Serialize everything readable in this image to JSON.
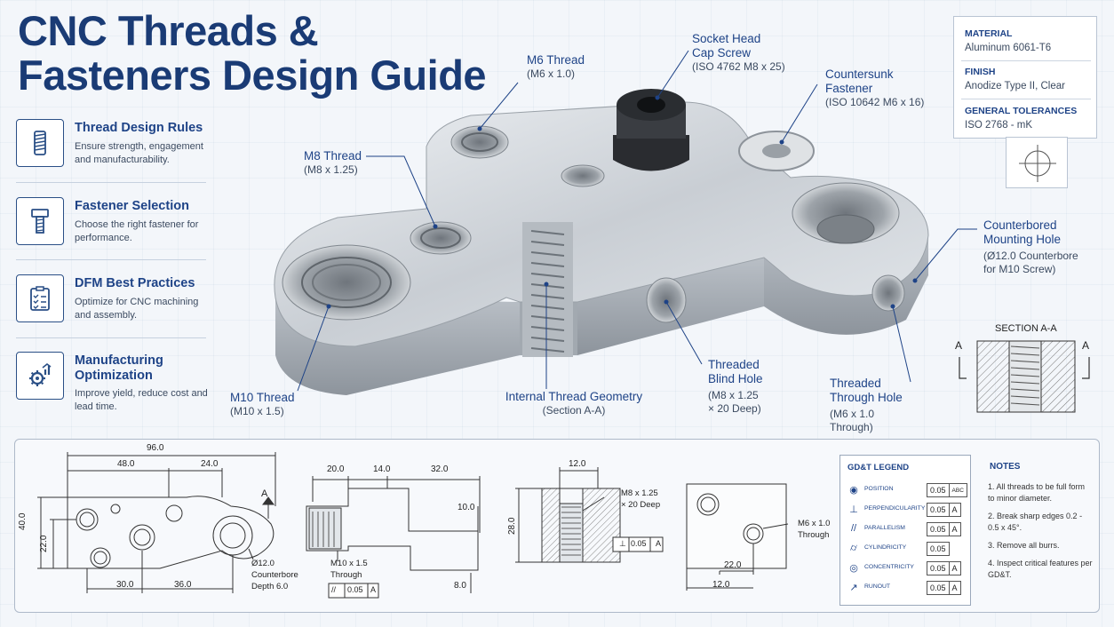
{
  "title": {
    "line1": "CNC Threads &",
    "line2": "Fasteners Design Guide"
  },
  "sidebar": {
    "items": [
      {
        "title": "Thread Design Rules",
        "desc": "Ensure strength, engagement and manufacturability.",
        "icon": "thread-icon"
      },
      {
        "title": "Fastener Selection",
        "desc": "Choose the right fastener for performance.",
        "icon": "bolt-icon"
      },
      {
        "title": "DFM Best Practices",
        "desc": "Optimize for CNC machining and assembly.",
        "icon": "checklist-icon"
      },
      {
        "title": "Manufacturing Optimization",
        "desc": "Improve yield, reduce cost and lead time.",
        "icon": "gear-chart-icon"
      }
    ]
  },
  "callouts": {
    "m6_thread": {
      "head": "M6 Thread",
      "sub": "(M6 x 1.0)"
    },
    "socket_head": {
      "head1": "Socket Head",
      "head2": "Cap Screw",
      "sub": "(ISO 4762 M8 x 25)"
    },
    "countersunk": {
      "head1": "Countersunk",
      "head2": "Fastener",
      "sub": "(ISO 10642 M6 x 16)"
    },
    "m8_thread": {
      "head": "M8 Thread",
      "sub": "(M8 x 1.25)"
    },
    "counterbored": {
      "head1": "Counterbored",
      "head2": "Mounting Hole",
      "sub1": "(Ø12.0 Counterbore",
      "sub2": "for M10 Screw)"
    },
    "m10_thread": {
      "head": "M10 Thread",
      "sub": "(M10 x 1.5)"
    },
    "internal_thread": {
      "head": "Internal Thread Geometry",
      "sub": "(Section A-A)"
    },
    "blind_hole": {
      "head1": "Threaded",
      "head2": "Blind Hole",
      "sub1": "(M8 x 1.25",
      "sub2": "× 20 Deep)"
    },
    "through_hole": {
      "head1": "Threaded",
      "head2": "Through Hole",
      "sub1": "(M6 x 1.0",
      "sub2": "Through)"
    }
  },
  "specs": {
    "material_label": "MATERIAL",
    "material_value": "Aluminum 6061-T6",
    "finish_label": "FINISH",
    "finish_value": "Anodize Type II, Clear",
    "tolerance_label": "GENERAL TOLERANCES",
    "tolerance_value": "ISO 2768 - mK"
  },
  "section": {
    "title": "SECTION A-A",
    "left_label": "A",
    "right_label": "A"
  },
  "drawing1": {
    "overall_width": "96.0",
    "dim_48": "48.0",
    "dim_24": "24.0",
    "height_40": "40.0",
    "height_22": "22.0",
    "dim_30": "30.0",
    "dim_36": "36.0",
    "datum": "A",
    "cb_note1": "Ø12.0",
    "cb_note2": "Counterbore",
    "cb_note3": "Depth 6.0"
  },
  "drawing2": {
    "dim_20": "20.0",
    "dim_14": "14.0",
    "dim_32": "32.0",
    "dim_10": "10.0",
    "dim_8": "8.0",
    "note1": "M10 x 1.5",
    "note2": "Through",
    "fcf_symbol": "//",
    "fcf_value": "0.05",
    "fcf_datum": "A"
  },
  "drawing3": {
    "dim_12": "12.0",
    "dim_28": "28.0",
    "note1": "M8 x 1.25",
    "note2": "× 20 Deep",
    "fcf_symbol": "⊥",
    "fcf_value": "0.05",
    "fcf_datum": "A"
  },
  "drawing4": {
    "note1": "M6 x 1.0",
    "note2": "Through",
    "dim_22": "22.0",
    "dim_12": "12.0"
  },
  "gdt_legend": {
    "title": "GD&T LEGEND",
    "rows": [
      {
        "symbol": "◉",
        "name": "POSITION",
        "value": "0.05",
        "datum": "ABC"
      },
      {
        "symbol": "⊥",
        "name": "PERPENDICULARITY",
        "value": "0.05",
        "datum": "A"
      },
      {
        "symbol": "//",
        "name": "PARALLELISM",
        "value": "0.05",
        "datum": "A"
      },
      {
        "symbol": "⌭",
        "name": "CYLINDRICITY",
        "value": "0.05",
        "datum": ""
      },
      {
        "symbol": "◎",
        "name": "CONCENTRICITY",
        "value": "0.05",
        "datum": "A"
      },
      {
        "symbol": "↗",
        "name": "RUNOUT",
        "value": "0.05",
        "datum": "A"
      }
    ]
  },
  "notes": {
    "title": "NOTES",
    "items": [
      "1.  All threads to be full form to minor diameter.",
      "2.  Break sharp edges 0.2 - 0.5 x 45°.",
      "3.  Remove all burrs.",
      "4.  Inspect critical features per GD&T."
    ]
  }
}
